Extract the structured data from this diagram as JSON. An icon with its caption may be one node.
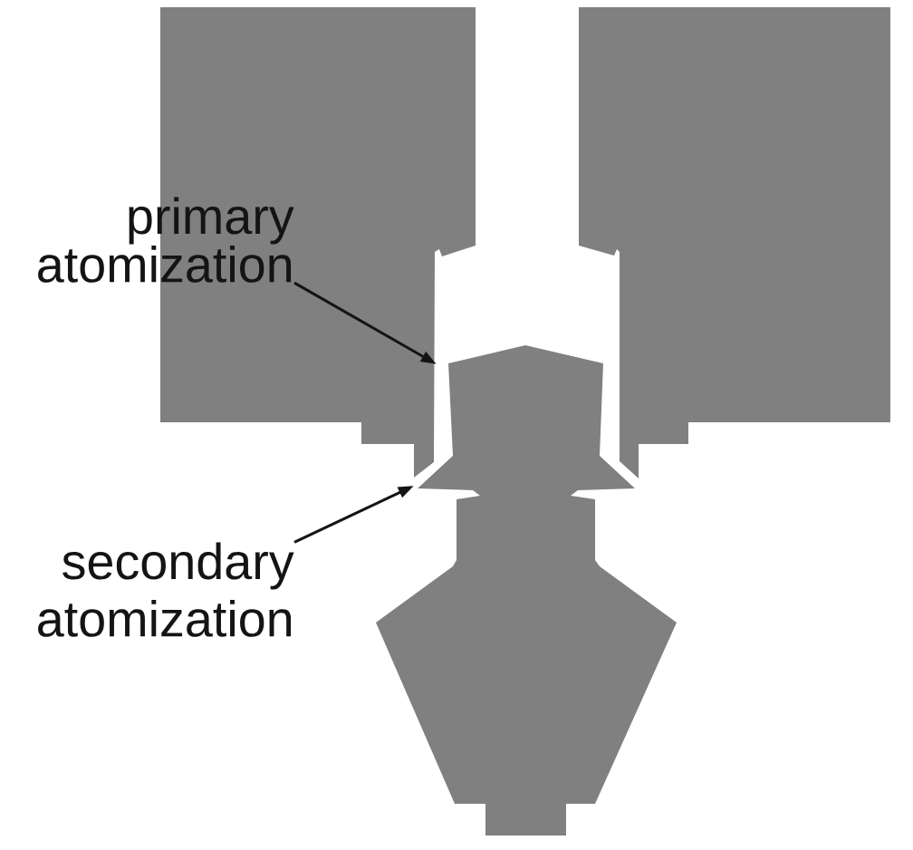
{
  "diagram": {
    "nodes": [
      {
        "text": [
          "primary atomization"
        ]
      },
      {
        "text": [
          "secondary atomization"
        ]
      }
    ],
    "edges": [
      {
        "from": 0,
        "to": null,
        "arrow": "to"
      },
      {
        "from": 1,
        "to": null,
        "arrow": "to"
      }
    ]
  }
}
